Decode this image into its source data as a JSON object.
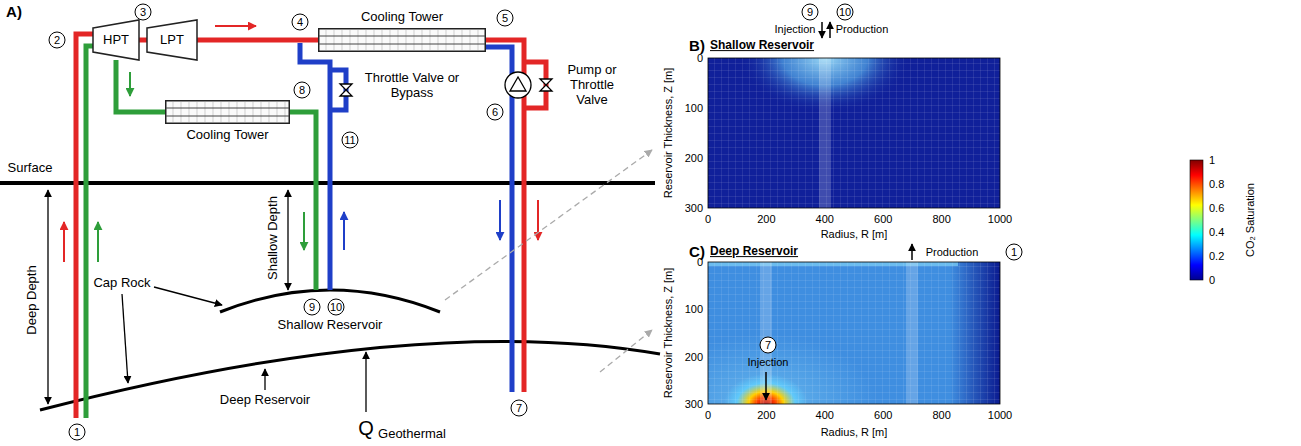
{
  "diagram": {
    "nodes": [
      {
        "text": [
          "HPT"
        ]
      },
      {
        "text": [
          "LPT"
        ]
      },
      {
        "text": [
          "Cooling Tower"
        ]
      },
      {
        "text": [
          "Cooling Tower"
        ]
      }
    ],
    "edges": [
      {
        "from": 0,
        "to": 1,
        "arrow": "none"
      },
      {
        "from": 1,
        "to": 2,
        "arrow": "none"
      },
      {
        "from": 0,
        "to": 3,
        "arrow": "none"
      }
    ],
    "labels": [
      "A)",
      "2",
      "3",
      "4",
      "5",
      "6",
      "Throttle Valve or Bypass",
      "Pump or Throttle Valve",
      "8",
      "11",
      "Surface",
      "Deep Depth",
      "Shallow Depth",
      "Cap Rock",
      "9",
      "10",
      "Shallow Reservoir",
      "Deep Reservoir",
      "Q",
      "Geothermal",
      "1",
      "7",
      "B)",
      "Shallow Reservoir",
      "9",
      "10",
      "Injection",
      "Production",
      "Reservoir Thickness, Z [m]",
      "0",
      "100",
      "200",
      "300",
      "0",
      "200",
      "400",
      "600",
      "800",
      "1000",
      "Radius, R [m]",
      "C)",
      "Deep Reservoir",
      "Production",
      "1",
      "7",
      "Injection",
      "Reservoir Thickness, Z [m]",
      "0",
      "100",
      "200",
      "300",
      "0",
      "200",
      "400",
      "600",
      "800",
      "1000",
      "Radius, R [m]",
      "1",
      "0.8",
      "0.6",
      "0.4",
      "0.2",
      "0",
      "CO₂ Saturation"
    ]
  }
}
